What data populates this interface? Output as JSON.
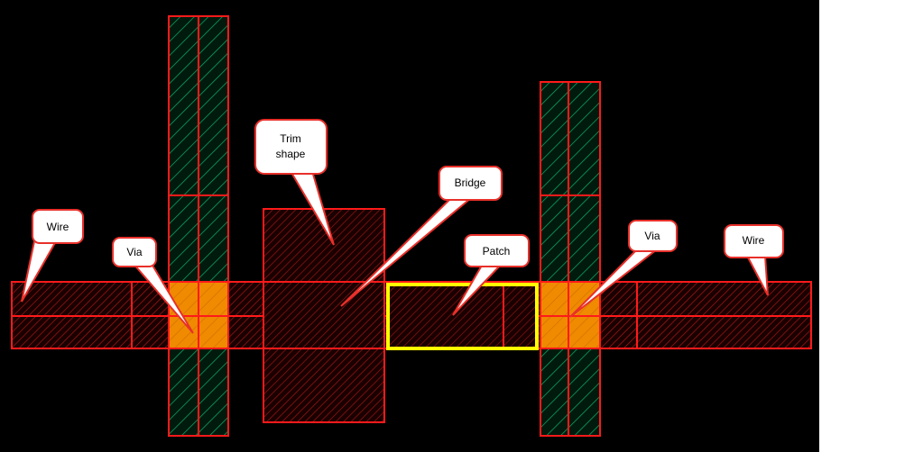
{
  "diagram": {
    "colors": {
      "background": "#000000",
      "outline": "#ff1a1a",
      "wire_hatch": "#ff2a2a",
      "vertical_hatch": "#10a060",
      "via_fill": "#f08a00",
      "patch_outline": "#ffff00",
      "callout_fill": "#ffffff",
      "callout_border": "#e8302a"
    },
    "callouts": {
      "wire_left": {
        "lines": [
          "Wire"
        ]
      },
      "via_left": {
        "lines": [
          "Via"
        ]
      },
      "trim_shape": {
        "lines": [
          "Trim",
          "shape"
        ]
      },
      "bridge": {
        "lines": [
          "Bridge"
        ]
      },
      "patch": {
        "lines": [
          "Patch"
        ]
      },
      "via_right": {
        "lines": [
          "Via"
        ]
      },
      "wire_right": {
        "lines": [
          "Wire"
        ]
      }
    }
  }
}
